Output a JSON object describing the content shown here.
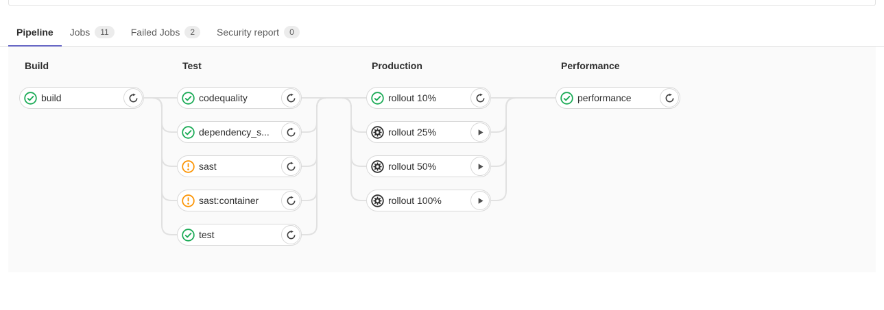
{
  "colors": {
    "success": "#1aaa55",
    "warning": "#fc9403",
    "manual": "#2e2e2e",
    "accent": "#6666c4",
    "connector": "#e1e1e1",
    "pill_border": "#d8d8d8",
    "graph_bg": "#fafafa",
    "action_icon": "#3f3f3f"
  },
  "tabs": [
    {
      "label": "Pipeline",
      "active": true
    },
    {
      "label": "Jobs",
      "badge": "11"
    },
    {
      "label": "Failed Jobs",
      "badge": "2"
    },
    {
      "label": "Security report",
      "badge": "0"
    }
  ],
  "pipeline": {
    "stages": [
      {
        "name": "Build",
        "jobs": [
          {
            "label": "build",
            "status": "success",
            "action": "retry"
          }
        ]
      },
      {
        "name": "Test",
        "jobs": [
          {
            "label": "codequality",
            "status": "success",
            "action": "retry"
          },
          {
            "label": "dependency_s...",
            "status": "success",
            "action": "retry"
          },
          {
            "label": "sast",
            "status": "warning",
            "action": "retry"
          },
          {
            "label": "sast:container",
            "status": "warning",
            "action": "retry"
          },
          {
            "label": "test",
            "status": "success",
            "action": "retry"
          }
        ]
      },
      {
        "name": "Production",
        "jobs": [
          {
            "label": "rollout 10%",
            "status": "success",
            "action": "retry"
          },
          {
            "label": "rollout 25%",
            "status": "manual",
            "action": "play"
          },
          {
            "label": "rollout 50%",
            "status": "manual",
            "action": "play"
          },
          {
            "label": "rollout 100%",
            "status": "manual",
            "action": "play"
          }
        ]
      },
      {
        "name": "Performance",
        "jobs": [
          {
            "label": "performance",
            "status": "success",
            "action": "retry"
          }
        ]
      }
    ]
  }
}
